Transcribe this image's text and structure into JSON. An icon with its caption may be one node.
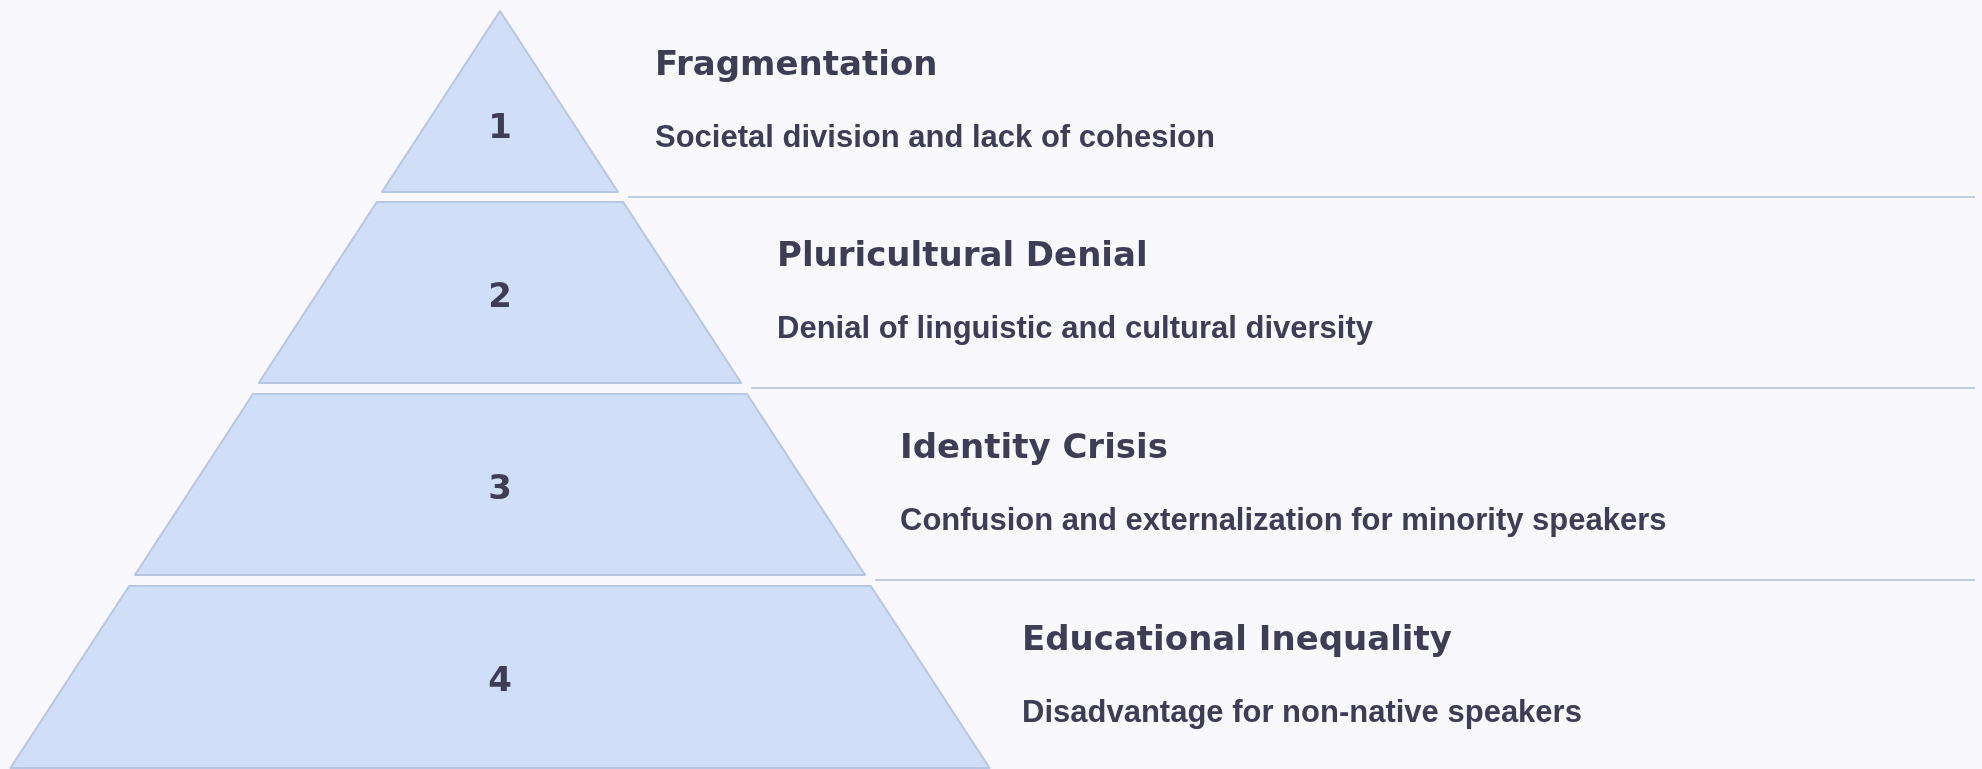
{
  "diagram": {
    "nodes": [
      {
        "text": [
          "1",
          "Fragmentation",
          "Societal division and lack of cohesion"
        ]
      },
      {
        "text": [
          "2",
          "Pluricultural Denial",
          "Denial of linguistic and cultural diversity"
        ]
      },
      {
        "text": [
          "3",
          "Identity Crisis",
          "Confusion and externalization for minority speakers"
        ]
      },
      {
        "text": [
          "4",
          "Educational Inequality",
          "Disadvantage for non-native speakers"
        ]
      }
    ]
  }
}
